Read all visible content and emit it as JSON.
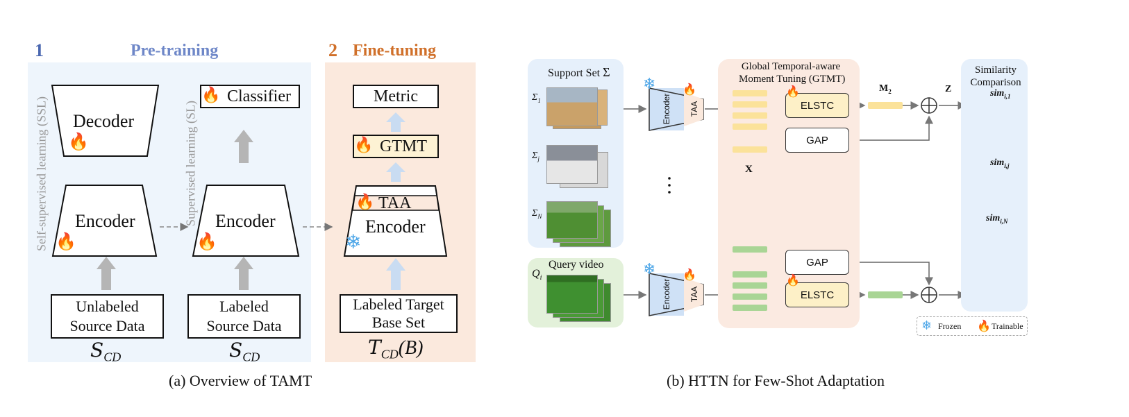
{
  "left": {
    "step1_number": "1",
    "step1_title": "Pre-training",
    "step2_number": "2",
    "step2_title": "Fine-tuning",
    "ssl_label": "Self-supervised learning (SSL)",
    "sl_label": "Supervised learning (SL)",
    "decoder": "Decoder",
    "encoder1": "Encoder",
    "encoder2": "Encoder",
    "encoder3": "Encoder",
    "classifier": "Classifier",
    "metric": "Metric",
    "gtmt": "GTMT",
    "taa": "TAA",
    "unlabeled_1": "Unlabeled",
    "unlabeled_2": "Source Data",
    "labeled_1": "Labeled",
    "labeled_2": "Source Data",
    "target_1": "Labeled Target",
    "target_2": "Base Set",
    "math_s": "S",
    "math_cd": "CD",
    "math_t": "T",
    "math_b": "(B)",
    "caption": "(a) Overview of TAMT"
  },
  "right": {
    "support_set": "Support Set",
    "sigma": "Σ",
    "sigma_1": "1",
    "sigma_j": "j",
    "sigma_n": "N",
    "query_video": "Query video",
    "q": "Q",
    "q_sub": "i",
    "encoder_a": "Encoder",
    "taa_a": "TAA",
    "encoder_b": "Encoder",
    "taa_b": "TAA",
    "gtmt_title_1": "Global Temporal-aware",
    "gtmt_title_2": "Moment Tuning (GTMT)",
    "elstc_top": "ELSTC",
    "gap_top": "GAP",
    "gap_bottom": "GAP",
    "elstc_bottom": "ELSTC",
    "x_label": "X",
    "m2_label": "M",
    "m2_sub": "2",
    "z_label": "Z",
    "sim_title_1": "Similarity",
    "sim_title_2": "Comparison",
    "sim_1": "sim",
    "sim_1_sub": "i,1",
    "sim_j": "sim",
    "sim_j_sub": "i,j",
    "sim_n": "sim",
    "sim_n_sub": "i,N",
    "legend_frozen": "Frozen",
    "legend_trainable": "Trainable",
    "caption": "(b) HTTN for Few-Shot Adaptation"
  },
  "colors": {
    "step1": "#4a67b0",
    "step2": "#d0702a",
    "panel_blue": "#eef5fc",
    "panel_peach": "#fbe9dd",
    "gtmt_fill": "#fdf2d4",
    "yellow_bar": "#fbe29a",
    "green_bar": "#a9d595",
    "triangle_yellow": "#f7da7f",
    "circle_pink": "#e2b6d6",
    "diamond_gray": "#8c8c8c",
    "triangle_green": "#4e8a3d",
    "flame": "#e23b2a",
    "snow": "#4fa7e8"
  },
  "icons": [
    "flame-icon",
    "snowflake-icon",
    "oplus-icon",
    "arrow-icon"
  ]
}
